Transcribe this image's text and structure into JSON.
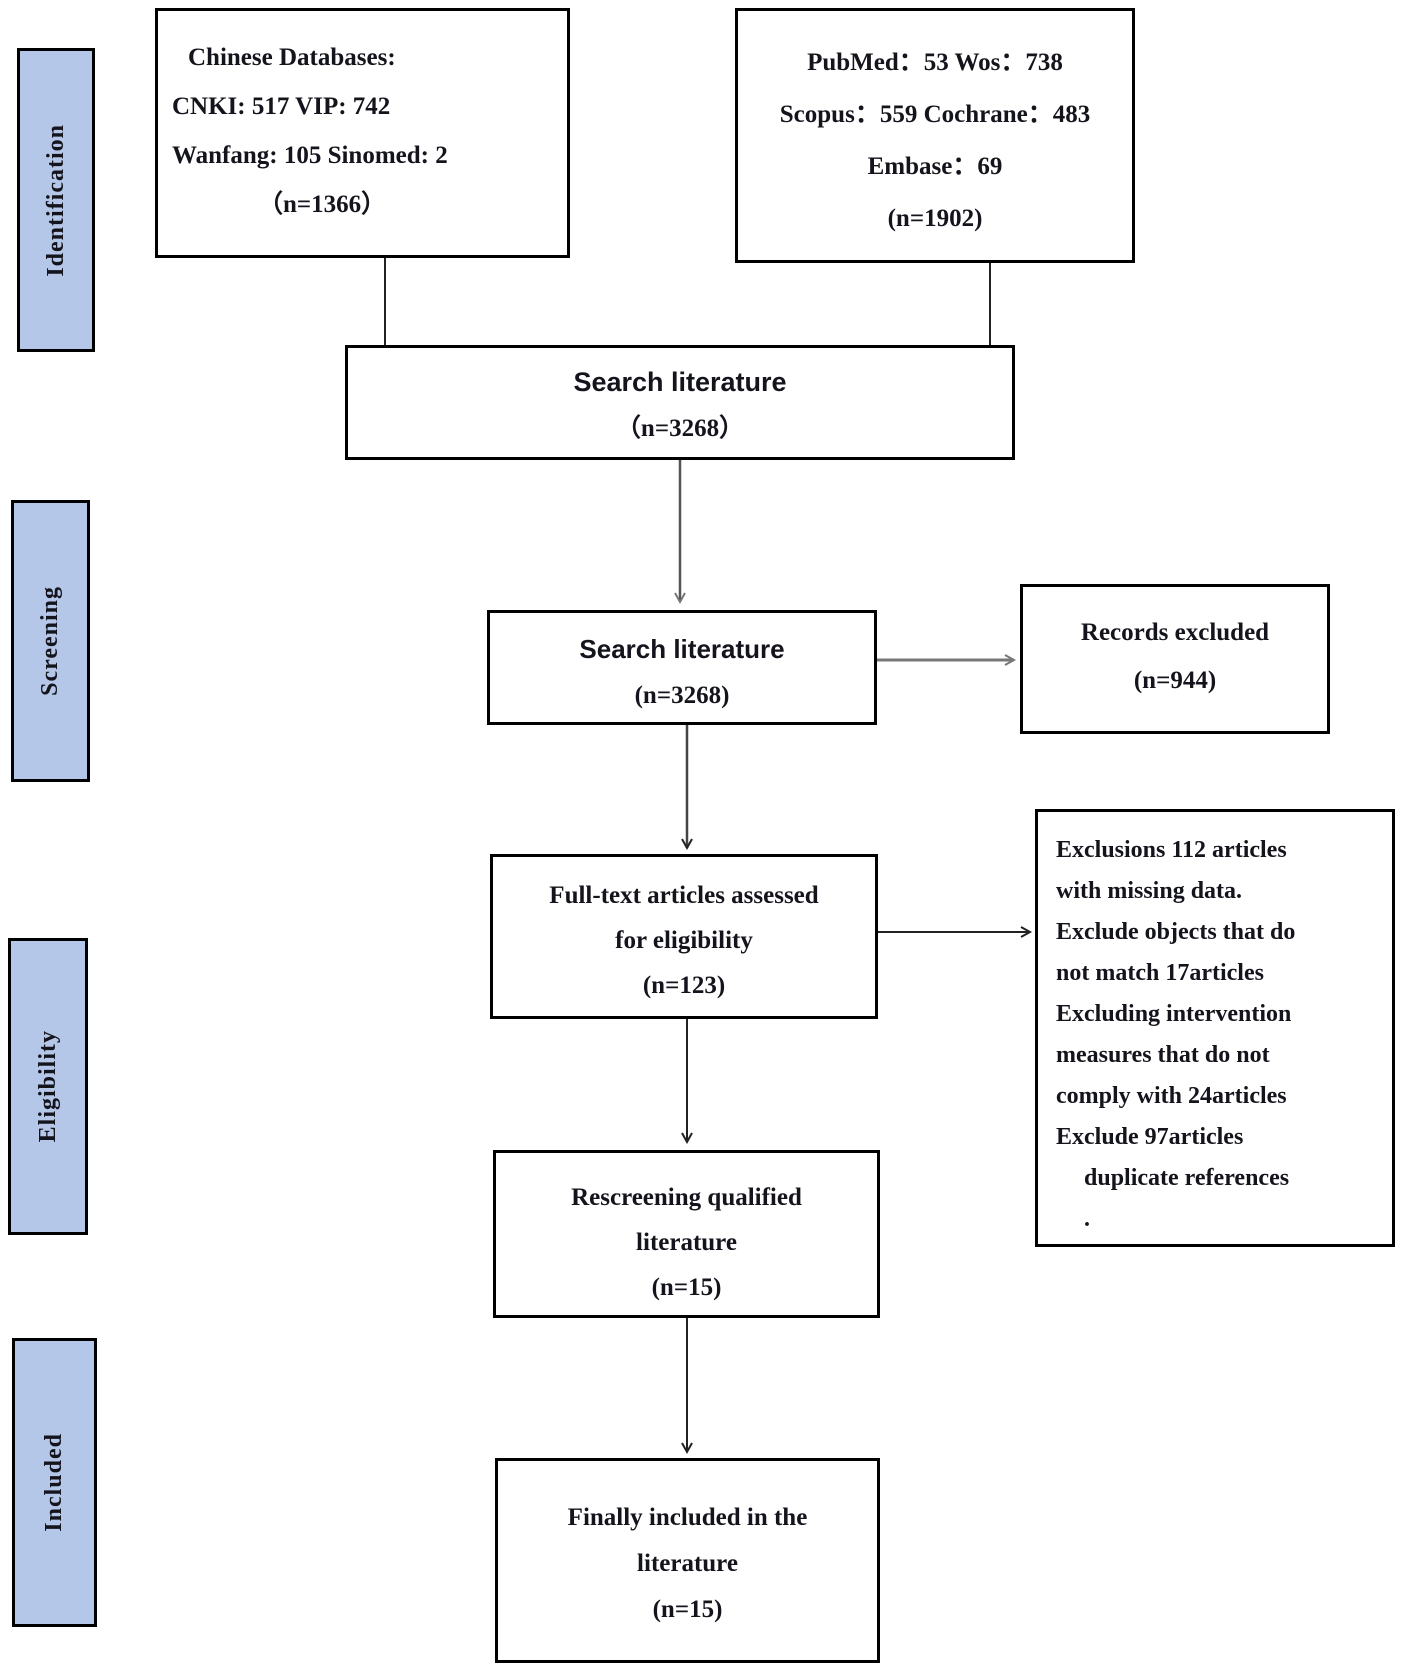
{
  "title": "Literature screening flow diagram",
  "colors": {
    "background": "#ffffff",
    "box_border": "#000000",
    "text": "#14141c",
    "sidebar_fill": "#b5c7e8",
    "arrow_dark": "#222222",
    "arrow_gray": "#777777"
  },
  "sidebar": {
    "stages": [
      {
        "label": "Identification"
      },
      {
        "label": "Screening"
      },
      {
        "label": "Eligibility"
      },
      {
        "label": "Included"
      }
    ]
  },
  "boxes": {
    "chinese_databases": {
      "lines": [
        "Chinese Databases:",
        "CNKI: 517   VIP: 742",
        "Wanfang: 105   Sinomed: 2",
        "（n=1366）"
      ]
    },
    "english_databases": {
      "lines": [
        "PubMed：53   Wos：738",
        "Scopus：559 Cochrane：483",
        "Embase：69",
        "(n=1902)"
      ]
    },
    "search_pooled": {
      "title": "Search literature",
      "count": "（n=3268）"
    },
    "search_screened": {
      "title": "Search literature",
      "count": "(n=3268)"
    },
    "records_excluded": {
      "title": "Records excluded",
      "count": "(n=944)"
    },
    "full_text": {
      "lines": [
        "Full-text articles assessed",
        "for eligibility",
        "(n=123)"
      ]
    },
    "exclusion_reasons": {
      "lines": [
        "Exclusions 112 articles",
        "with missing data.",
        "Exclude objects that do",
        "not match 17articles",
        "Excluding intervention",
        "measures that do not",
        "comply with 24articles",
        "Exclude 97articles",
        "duplicate references",
        "."
      ]
    },
    "rescreening": {
      "lines": [
        "Rescreening qualified",
        "literature",
        "(n=15)"
      ]
    },
    "final_included": {
      "lines": [
        "Finally included in the",
        "literature",
        "(n=15)"
      ]
    }
  }
}
